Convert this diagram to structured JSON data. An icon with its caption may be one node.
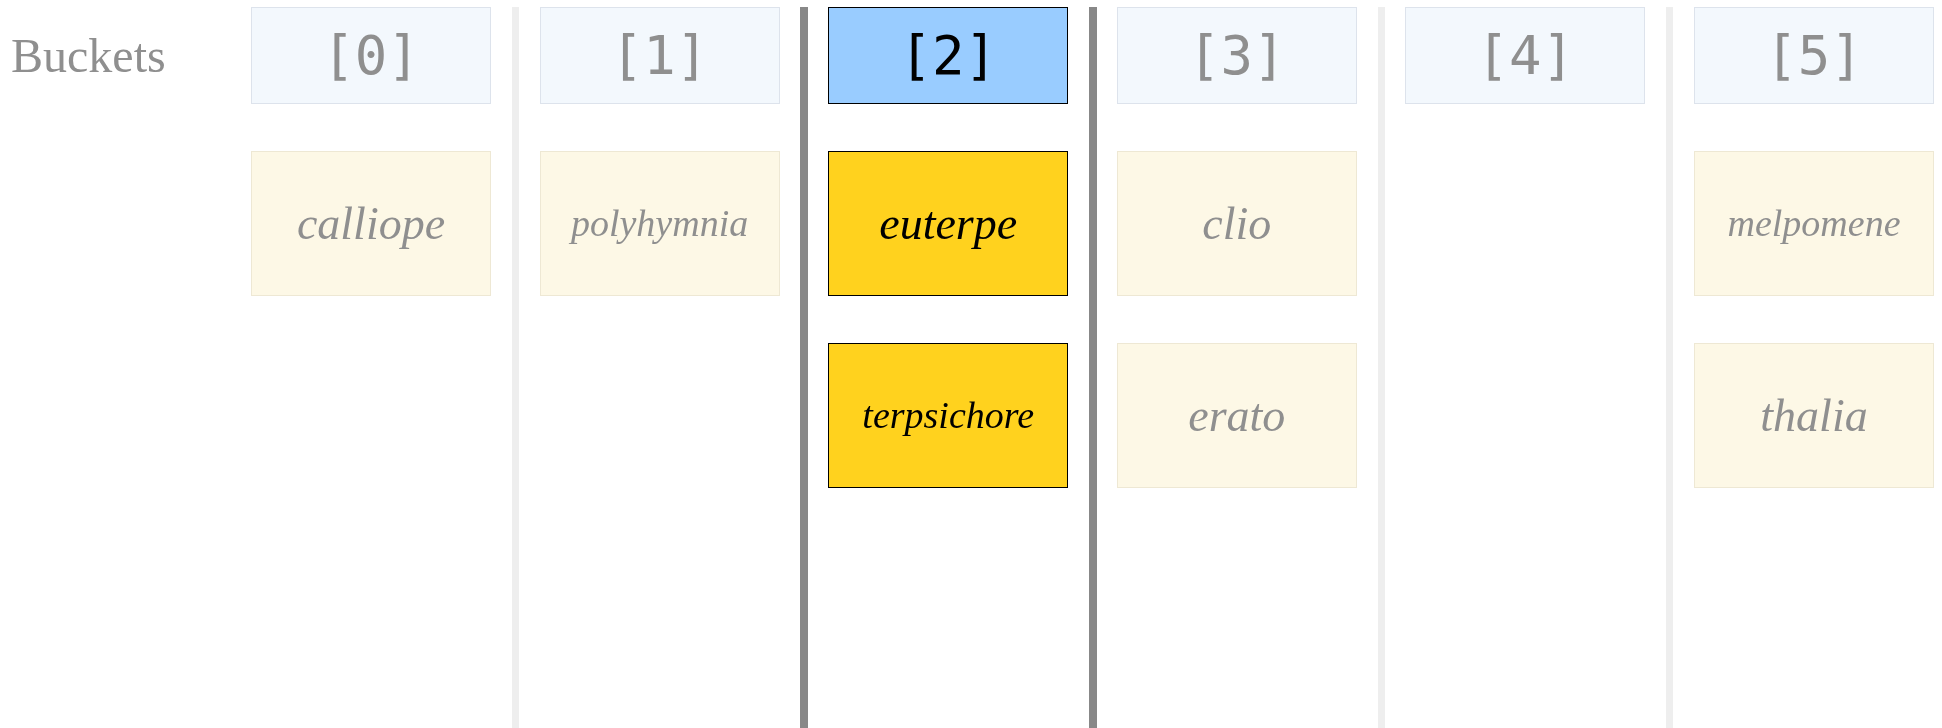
{
  "diagram": {
    "nodes": [
      {
        "text": [
          "[0]"
        ]
      },
      {
        "text": [
          "[1]"
        ]
      },
      {
        "text": [
          "[2]"
        ]
      },
      {
        "text": [
          "[3]"
        ]
      },
      {
        "text": [
          "[4]"
        ]
      },
      {
        "text": [
          "[5]"
        ]
      },
      {
        "text": [
          "calliope"
        ]
      },
      {
        "text": [
          "polyhymnia"
        ]
      },
      {
        "text": [
          "euterpe"
        ]
      },
      {
        "text": [
          "clio"
        ]
      },
      {
        "text": [
          "melpomene"
        ]
      },
      {
        "text": [
          "terpsichore"
        ]
      },
      {
        "text": [
          "erato"
        ]
      },
      {
        "text": [
          "thalia"
        ]
      }
    ],
    "labels": [
      "Buckets"
    ]
  }
}
